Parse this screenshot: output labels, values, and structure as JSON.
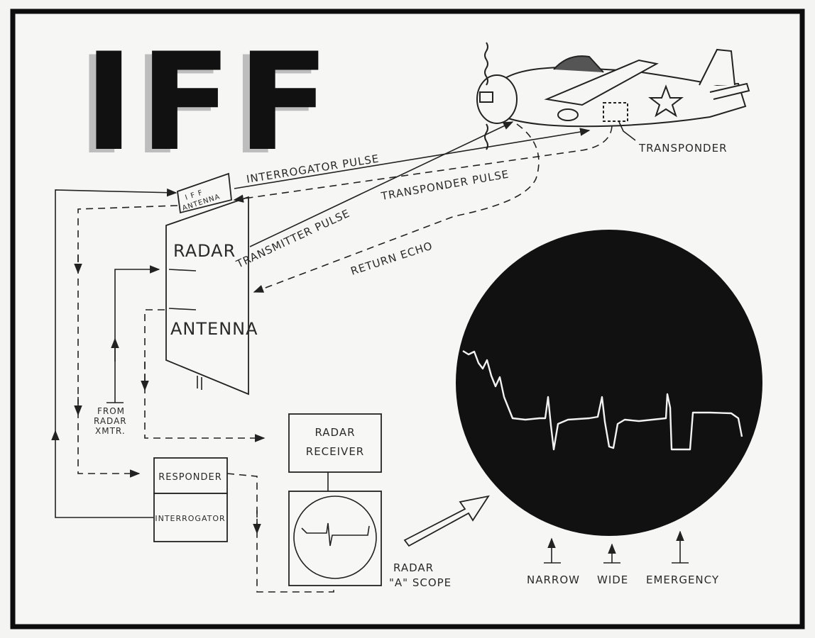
{
  "title": "IFF",
  "labels": {
    "if_antenna": "I F F",
    "if_antenna_2": "ANTENNA",
    "radar": "RADAR",
    "antenna": "ANTENNA",
    "interrogator_pulse": "INTERROGATOR PULSE",
    "transponder_pulse": "TRANSPONDER PULSE",
    "transmitter_pulse": "TRANSMITTER PULSE",
    "return_echo": "RETURN ECHO",
    "transponder": "TRANSPONDER",
    "from": "FROM",
    "radar_src": "RADAR",
    "xmtr": "XMTR.",
    "radar_receiver_1": "RADAR",
    "radar_receiver_2": "RECEIVER",
    "responder": "RESPONDER",
    "interrogator": "INTERROGATOR",
    "a_scope_1": "RADAR",
    "a_scope_2": "\"A\" SCOPE",
    "narrow": "NARROW",
    "wide": "WIDE",
    "emergency": "EMERGENCY"
  },
  "colors": {
    "ink": "#222222",
    "paper": "#f4f4f2",
    "scope_bg": "#111111",
    "trace": "#f0f0f0"
  }
}
